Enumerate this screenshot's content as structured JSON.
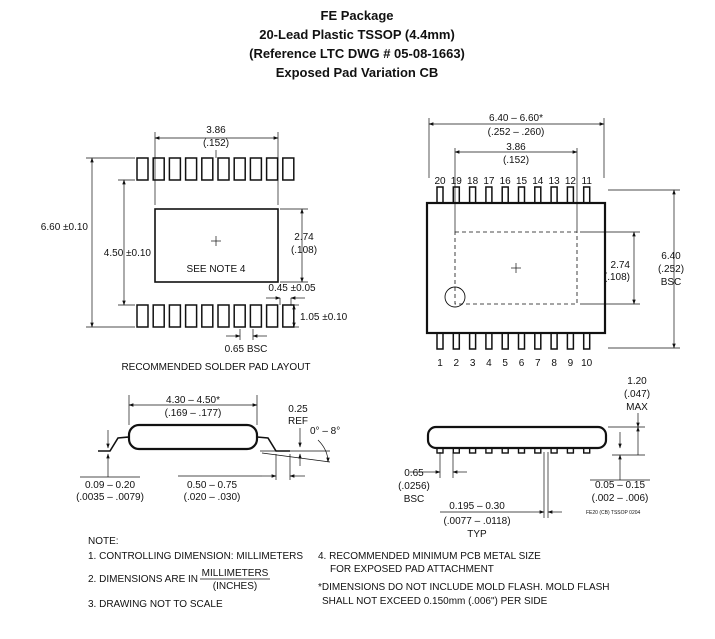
{
  "title": {
    "line1": "FE Package",
    "line2": "20-Lead Plastic TSSOP (4.4mm)",
    "line3": "(Reference LTC DWG # 05-08-1663)",
    "line4": "Exposed Pad Variation CB"
  },
  "solder_layout": {
    "dim_top_mm": "3.86",
    "dim_top_in": "(.152)",
    "dim_total_height": "6.60 ±0.10",
    "dim_pad_height": "4.50 ±0.10",
    "dim_side_mm": "2.74",
    "dim_side_in": "(.108)",
    "see_note": "SEE NOTE 4",
    "dim_pad_width": "0.45 ±0.05",
    "dim_pad_length": "1.05 ±0.10",
    "dim_pitch": "0.65 BSC",
    "caption": "RECOMMENDED SOLDER PAD LAYOUT"
  },
  "top_view": {
    "dim_width_mm": "6.40 – 6.60*",
    "dim_width_in": "(.252 – .260)",
    "dim_pad_mm": "3.86",
    "dim_pad_in": "(.152)",
    "pins_top": [
      "20",
      "19",
      "18",
      "17",
      "16",
      "15",
      "14",
      "13",
      "12",
      "11"
    ],
    "pins_bottom": [
      "1",
      "2",
      "3",
      "4",
      "5",
      "6",
      "7",
      "8",
      "9",
      "10"
    ],
    "dim_epad_mm": "2.74",
    "dim_epad_in": "(.108)",
    "dim_overall_mm": "6.40",
    "dim_overall_in": "(.252)",
    "dim_overall_note": "BSC"
  },
  "side_view": {
    "dim_body_mm": "4.30 – 4.50*",
    "dim_body_in": "(.169 – .177)",
    "dim_ref": "0.25",
    "dim_ref_note": "REF",
    "dim_angle": "0° – 8°",
    "dim_lead_thk_mm": "0.09 – 0.20",
    "dim_lead_thk_in": "(.0035 – .0079)",
    "dim_foot_mm": "0.50 – 0.75",
    "dim_foot_in": "(.020 – .030)"
  },
  "end_view": {
    "dim_height_mm": "1.20",
    "dim_height_in": "(.047)",
    "dim_height_note": "MAX",
    "dim_pitch_mm": "0.65",
    "dim_pitch_in": "(.0256)",
    "dim_pitch_note": "BSC",
    "dim_lead_w_mm": "0.195 – 0.30",
    "dim_lead_w_in": "(.0077 – .0118)",
    "dim_lead_w_note": "TYP",
    "dim_standoff_mm": "0.05 – 0.15",
    "dim_standoff_in": "(.002 – .006)",
    "drawing_code": "FE20 (CB) TSSOP 0204"
  },
  "notes": {
    "heading": "NOTE:",
    "n1": "1. CONTROLLING DIMENSION: MILLIMETERS",
    "n2_prefix": "2. DIMENSIONS ARE IN",
    "n2_num": "MILLIMETERS",
    "n2_den": "(INCHES)",
    "n3": "3. DRAWING NOT TO SCALE",
    "n4_line1": "4. RECOMMENDED MINIMUM PCB METAL SIZE",
    "n4_line2": "FOR EXPOSED PAD ATTACHMENT",
    "n5_line1": "*DIMENSIONS DO NOT INCLUDE MOLD FLASH. MOLD FLASH",
    "n5_line2": "SHALL NOT EXCEED 0.150mm (.006\") PER SIDE"
  }
}
